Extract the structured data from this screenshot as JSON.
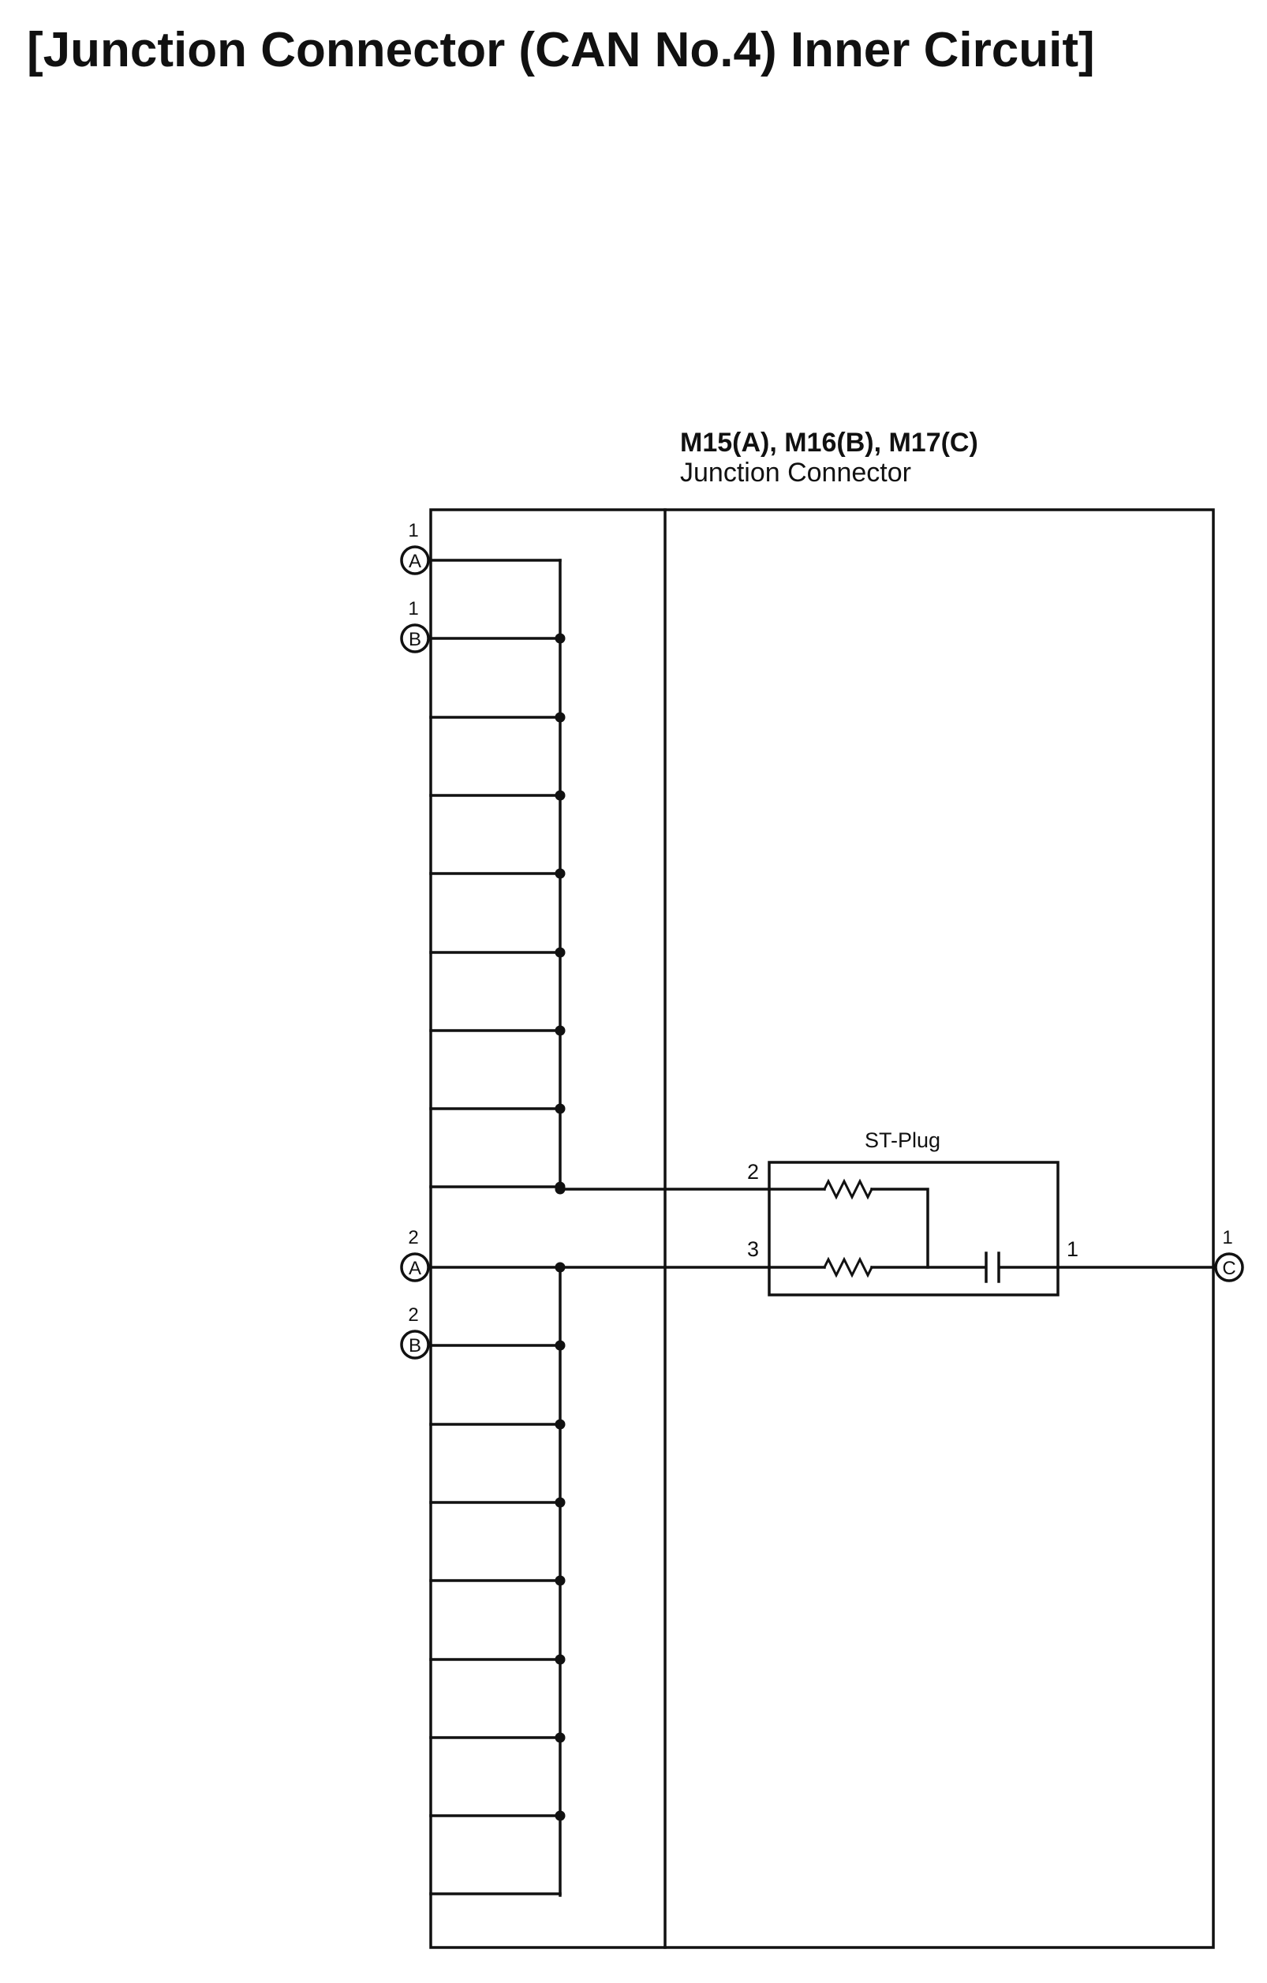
{
  "page": {
    "title": "[Junction Connector (CAN No.4) Inner Circuit]"
  },
  "connector": {
    "ids": "M15(A), M16(B), M17(C)",
    "name": "Junction Connector"
  },
  "terminals": {
    "a1": {
      "letter": "A",
      "pin": "1"
    },
    "b1": {
      "letter": "B",
      "pin": "1"
    },
    "a2": {
      "letter": "A",
      "pin": "2"
    },
    "b2": {
      "letter": "B",
      "pin": "2"
    },
    "c1": {
      "letter": "C",
      "pin": "1"
    }
  },
  "st_plug": {
    "label": "ST-Plug",
    "pin_2": "2",
    "pin_3": "3",
    "pin_1": "1"
  },
  "colors": {
    "line": "#111111",
    "background": "#ffffff"
  }
}
